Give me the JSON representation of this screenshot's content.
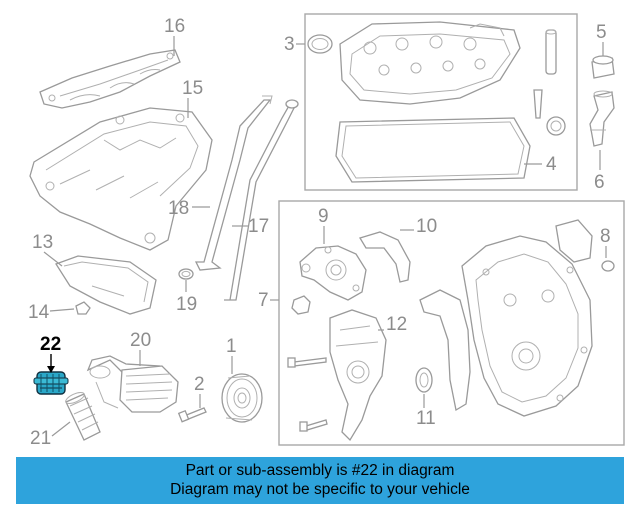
{
  "callouts": {
    "p1": "1",
    "p2": "2",
    "p3": "3",
    "p4": "4",
    "p5": "5",
    "p6": "6",
    "p7": "7",
    "p8": "8",
    "p9": "9",
    "p10": "10",
    "p11": "11",
    "p12": "12",
    "p13": "13",
    "p14": "14",
    "p15": "15",
    "p16": "16",
    "p17": "17",
    "p18": "18",
    "p19": "19",
    "p20": "20",
    "p21": "21",
    "p22": "22"
  },
  "highlight": {
    "part": "22",
    "color": "#2ea3dc"
  },
  "banner": {
    "line1": "Part or sub-assembly is #22 in diagram",
    "line2": "Diagram may not be specific to your vehicle",
    "background": "#2ea3dc"
  }
}
